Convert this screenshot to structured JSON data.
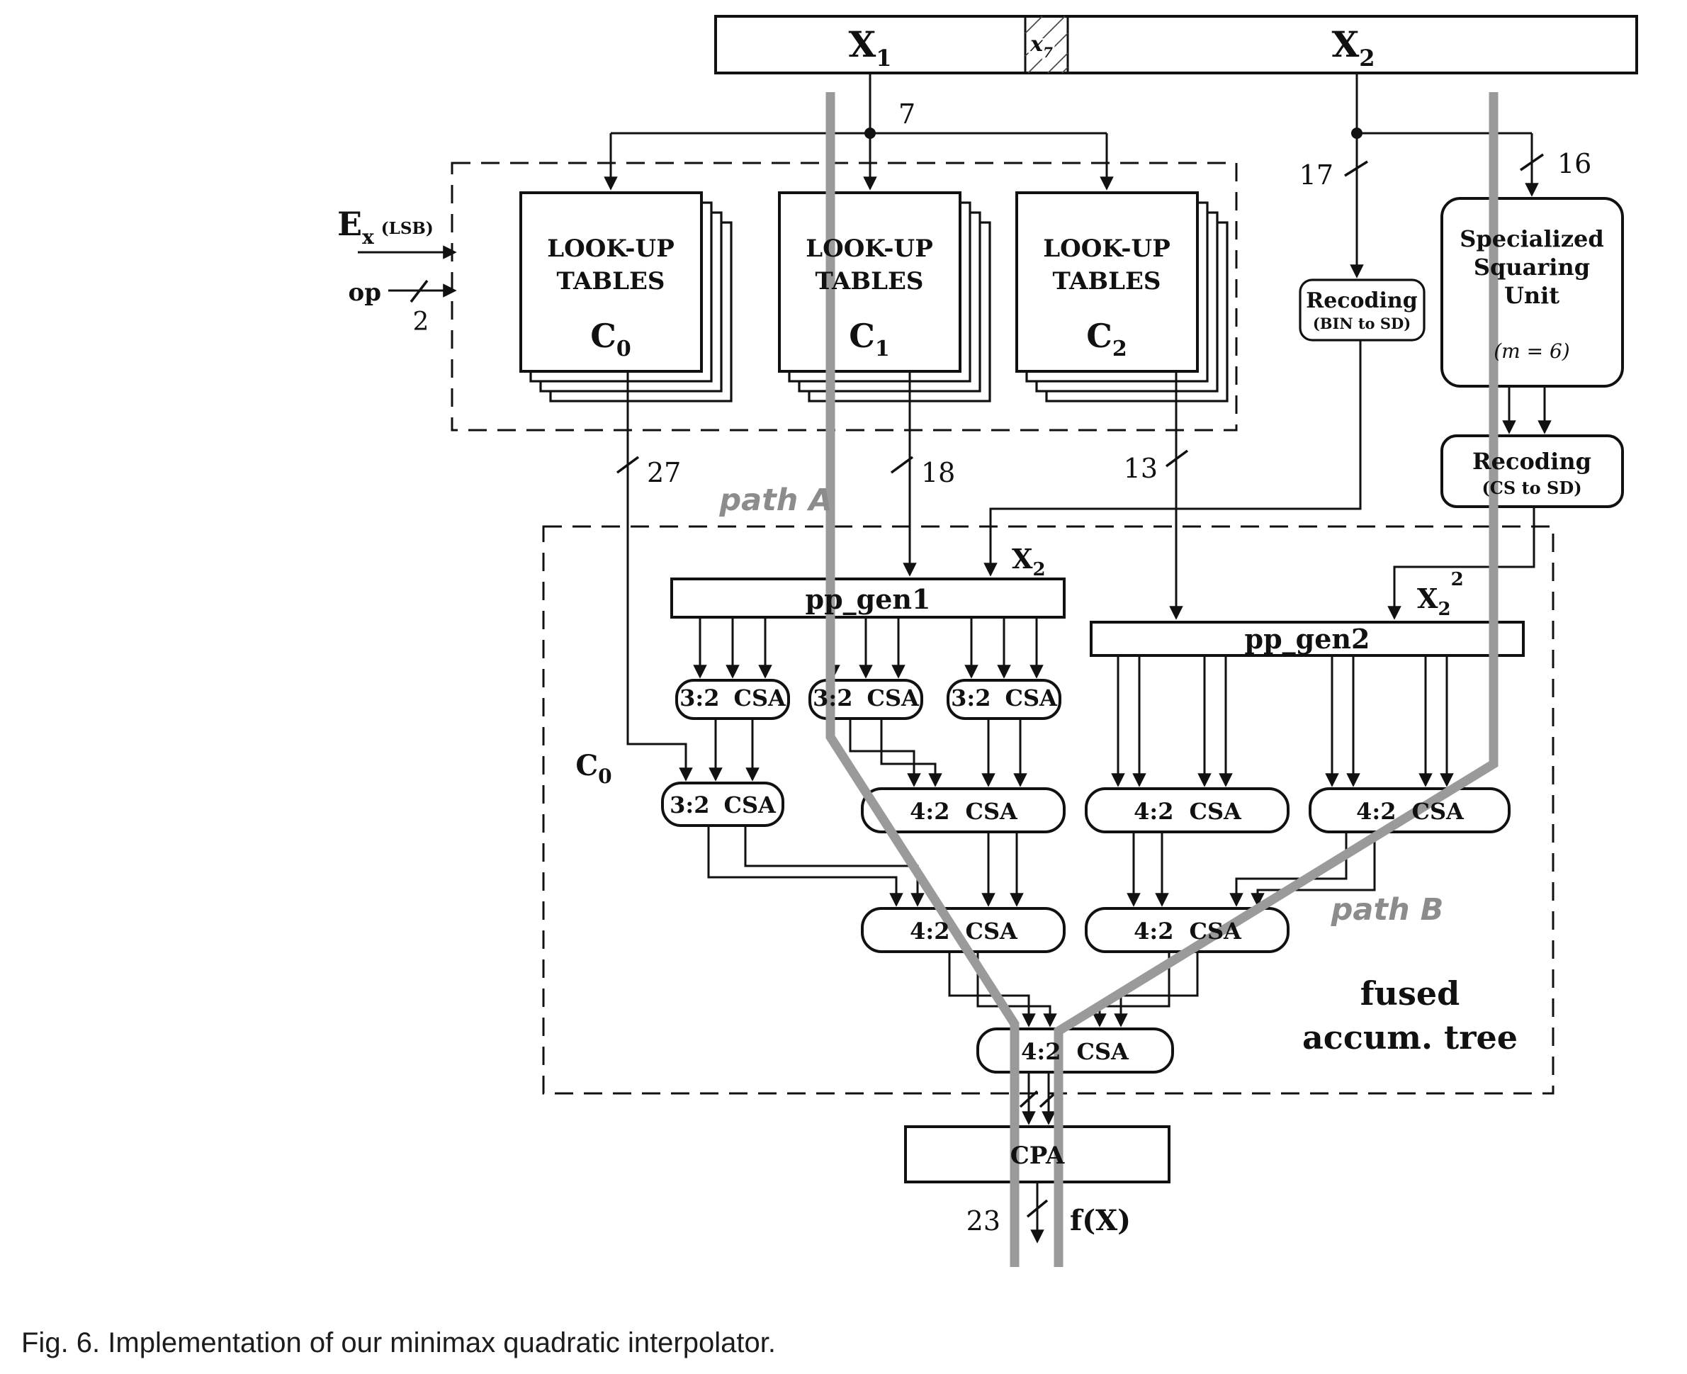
{
  "window": {
    "caption": "Fig. 6. Implementation of our minimax quadratic interpolator."
  },
  "colors": {
    "ink": "#111111",
    "gray_path": "#9a9a9a",
    "gray_label": "#8c8c8c",
    "background": "#ffffff"
  },
  "top_bar": {
    "x1": {
      "base": "X",
      "sub": "1"
    },
    "x7": {
      "base": "x",
      "sub": "7"
    },
    "x2": {
      "base": "X",
      "sub": "2"
    }
  },
  "bus": {
    "b7": "7",
    "b17": "17",
    "b16": "16",
    "b27": "27",
    "b18": "18",
    "b13": "13",
    "b23": "23",
    "b2": "2"
  },
  "left_inputs": {
    "ex_base": "E",
    "ex_sub": "x",
    "ex_note": "(LSB)",
    "op": "op"
  },
  "lut": {
    "line1": "LOOK-UP",
    "line2": "TABLES",
    "c_base": "C",
    "c0_sub": "0",
    "c1_sub": "1",
    "c2_sub": "2"
  },
  "recoding_bin": {
    "title": "Recoding",
    "range": "(BIN to SD)"
  },
  "squaring": {
    "line1": "Specialized",
    "line2": "Squaring",
    "line3": "Unit",
    "param": "(m = 6)"
  },
  "recoding_cs": {
    "title": "Recoding",
    "range": "(CS to SD)"
  },
  "generators": {
    "pp1": "pp_gen1",
    "pp2": "pp_gen2"
  },
  "signals": {
    "x2_base": "X",
    "x2_sub": "2",
    "sup2": "2",
    "c0_base": "C",
    "c0_sub": "0",
    "fx": "f(X)"
  },
  "csa": {
    "r32": "3:2",
    "r42": "4:2",
    "name": "CSA"
  },
  "paths": {
    "a": "path A",
    "b": "path B"
  },
  "tree": {
    "line1": "fused",
    "line2": "accum. tree"
  },
  "cpa": "CPA"
}
